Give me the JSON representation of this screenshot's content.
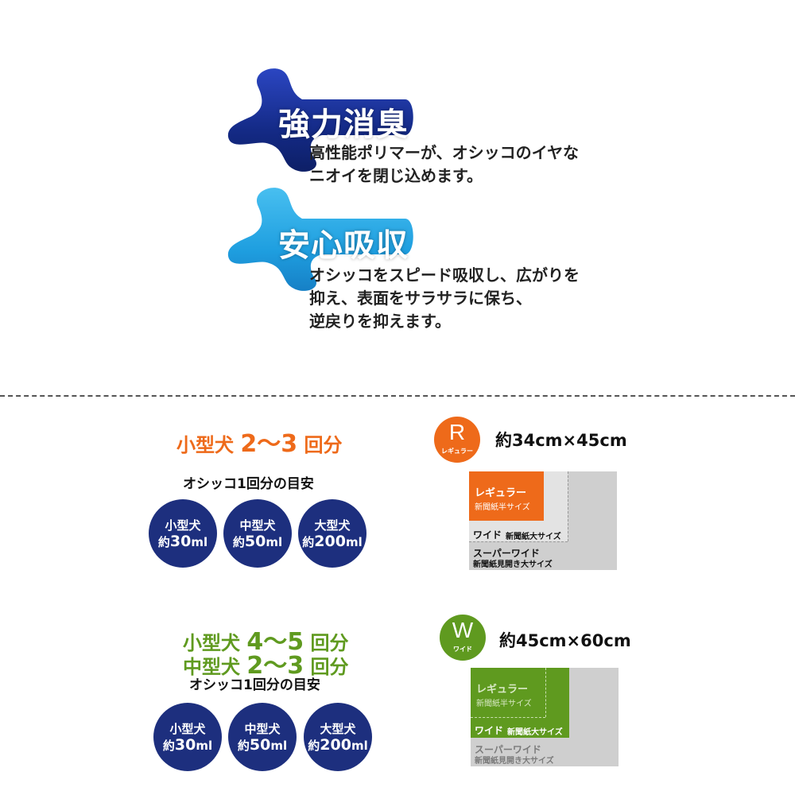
{
  "features": [
    {
      "title": "強力消臭",
      "lines": [
        "高性能ポリマーが、オシッコのイヤな",
        "ニオイを閉じ込めます。"
      ]
    },
    {
      "title": "安心吸収",
      "lines": [
        "オシッコをスピード吸収し、広がりを",
        "抑え、表面をサラサラに保ち、",
        "逆戻りを抑えます。"
      ]
    }
  ],
  "regular": {
    "heading_dog": "小型犬",
    "heading_count": "2〜3",
    "heading_unit": "回分",
    "guide": "オシッコ1回分の目安",
    "bubbles": [
      {
        "dog": "小型犬",
        "prefix": "約",
        "amount": "30",
        "unit": "ml"
      },
      {
        "dog": "中型犬",
        "prefix": "約",
        "amount": "50",
        "unit": "ml"
      },
      {
        "dog": "大型犬",
        "prefix": "約",
        "amount": "200",
        "unit": "ml"
      }
    ],
    "badge_letter": "R",
    "badge_label": "レギュラー",
    "size": "約34cm×45cm"
  },
  "wide": {
    "heading1_dog": "小型犬",
    "heading1_count": "4〜5",
    "heading1_unit": "回分",
    "heading2_dog": "中型犬",
    "heading2_count": "2〜3",
    "heading2_unit": "回分",
    "guide": "オシッコ1回分の目安",
    "bubbles": [
      {
        "dog": "小型犬",
        "prefix": "約",
        "amount": "30",
        "unit": "ml"
      },
      {
        "dog": "中型犬",
        "prefix": "約",
        "amount": "50",
        "unit": "ml"
      },
      {
        "dog": "大型犬",
        "prefix": "約",
        "amount": "200",
        "unit": "ml"
      }
    ],
    "badge_letter": "W",
    "badge_label": "ワイド",
    "size": "約45cm×60cm"
  },
  "sheet_labels": {
    "regular_name": "レギュラー",
    "regular_desc": "新聞紙半サイズ",
    "wide_name": "ワイド",
    "wide_desc": "新聞紙大サイズ",
    "superwide_name": "スーパーワイド",
    "superwide_desc": "新聞紙見開き大サイズ"
  },
  "colors": {
    "navy": "#1d2f7e",
    "orange": "#ee6a1a",
    "green": "#5f9a1f",
    "light_blue": "#2aa8e4",
    "gray": "#cfcfcf"
  }
}
